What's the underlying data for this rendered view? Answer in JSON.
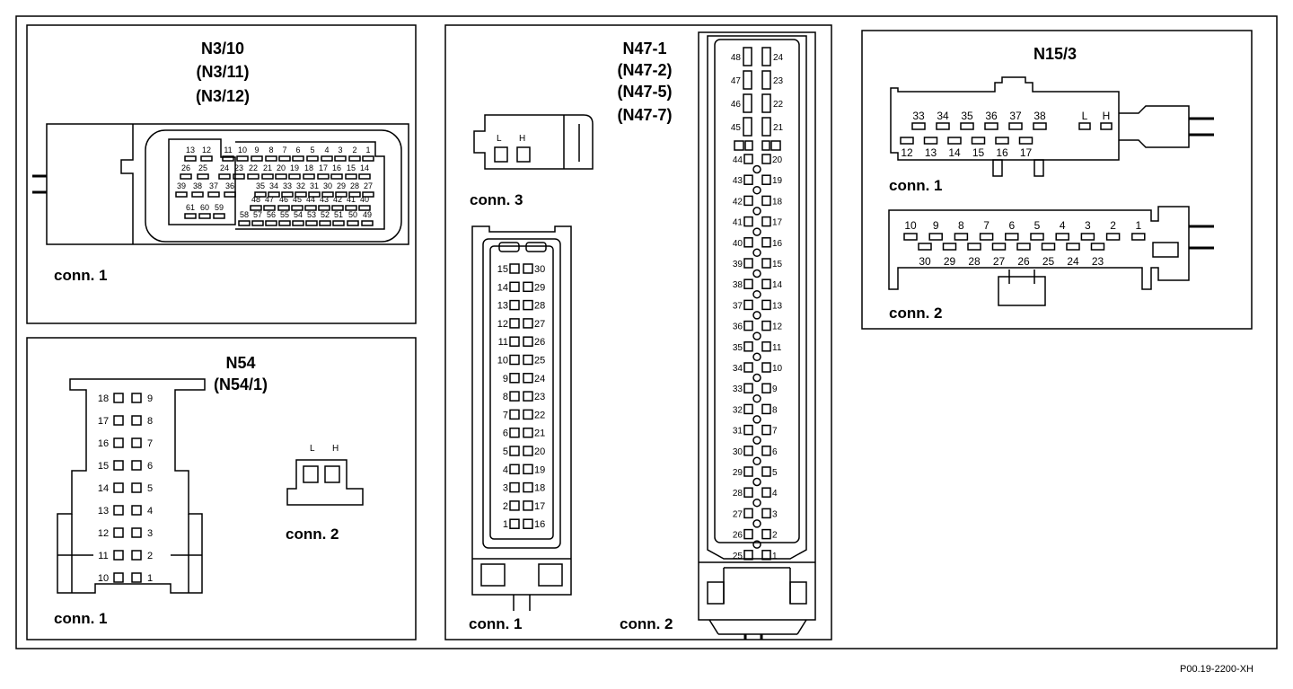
{
  "footer": "P00.19-2200-XH",
  "panel_n3": {
    "titles": [
      "N3/10",
      "(N3/11)",
      "(N3/12)"
    ],
    "conn": "conn. 1",
    "rows": [
      [
        "13",
        "12",
        "11",
        "10",
        "9",
        "8",
        "7",
        "6",
        "5",
        "4",
        "3",
        "2",
        "1"
      ],
      [
        "26",
        "25",
        "24",
        "23",
        "22",
        "21",
        "20",
        "19",
        "18",
        "17",
        "16",
        "15",
        "14"
      ],
      [
        "39",
        "38",
        "37",
        "36",
        "35",
        "34",
        "33",
        "32",
        "31",
        "30",
        "29",
        "28",
        "27"
      ],
      [
        "48",
        "47",
        "46",
        "45",
        "44",
        "43",
        "42",
        "41",
        "40"
      ],
      [
        "61",
        "60",
        "59",
        "58",
        "57",
        "56",
        "55",
        "54",
        "53",
        "52",
        "51",
        "50",
        "49"
      ]
    ]
  },
  "panel_n54": {
    "titles": [
      "N54",
      "(N54/1)"
    ],
    "conn1": "conn. 1",
    "conn2": "conn. 2",
    "left": [
      "18",
      "17",
      "16",
      "15",
      "14",
      "13",
      "12",
      "11",
      "10"
    ],
    "right": [
      "9",
      "8",
      "7",
      "6",
      "5",
      "4",
      "3",
      "2",
      "1"
    ],
    "lh": [
      "L",
      "H"
    ]
  },
  "panel_n47": {
    "titles": [
      "N47-1",
      "(N47-2)",
      "(N47-5)",
      "(N47-7)"
    ],
    "conn1": "conn. 1",
    "conn2": "conn. 2",
    "conn3": "conn. 3",
    "lh": [
      "L",
      "H"
    ],
    "c1_left": [
      "15",
      "14",
      "13",
      "12",
      "11",
      "10",
      "9",
      "8",
      "7",
      "6",
      "5",
      "4",
      "3",
      "2",
      "1"
    ],
    "c1_right": [
      "30",
      "29",
      "28",
      "27",
      "26",
      "25",
      "24",
      "23",
      "22",
      "21",
      "20",
      "19",
      "18",
      "17",
      "16"
    ],
    "c2_top_left": [
      "48",
      "47",
      "46",
      "45"
    ],
    "c2_top_right": [
      "24",
      "23",
      "22",
      "21"
    ],
    "c2_left": [
      "44",
      "43",
      "42",
      "41",
      "40",
      "39",
      "38",
      "37",
      "36",
      "35",
      "34",
      "33",
      "32",
      "31",
      "30",
      "29",
      "28",
      "27",
      "26",
      "25"
    ],
    "c2_right": [
      "20",
      "19",
      "18",
      "17",
      "16",
      "15",
      "14",
      "13",
      "12",
      "11",
      "10",
      "9",
      "8",
      "7",
      "6",
      "5",
      "4",
      "3",
      "2",
      "1"
    ]
  },
  "panel_n15": {
    "title": "N15/3",
    "conn1": "conn. 1",
    "conn2": "conn. 2",
    "c1_top": [
      "33",
      "34",
      "35",
      "36",
      "37",
      "38"
    ],
    "c1_bottom": [
      "12",
      "13",
      "14",
      "15",
      "16",
      "17"
    ],
    "lh": [
      "L",
      "H"
    ],
    "c2_top": [
      "10",
      "9",
      "8",
      "7",
      "6",
      "5",
      "4",
      "3",
      "2",
      "1"
    ],
    "c2_bottom": [
      "30",
      "29",
      "28",
      "27",
      "26",
      "25",
      "24",
      "23"
    ]
  }
}
